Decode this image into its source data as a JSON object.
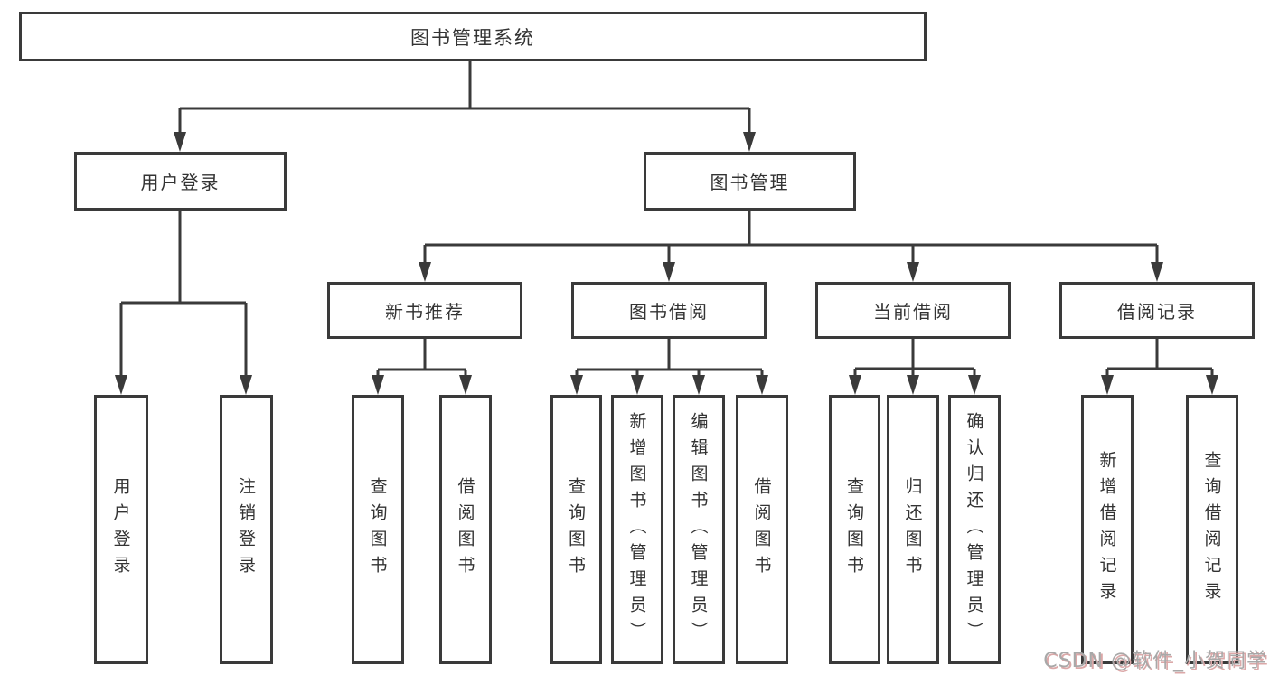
{
  "tree": {
    "root": {
      "label": "图书管理系统"
    },
    "branches": {
      "user_login": {
        "label": "用户登录",
        "children": {
          "login": {
            "label": "用户登录"
          },
          "logout": {
            "label": "注销登录"
          }
        }
      },
      "book_management": {
        "label": "图书管理",
        "children": {
          "new_book": {
            "label": "新书推荐",
            "children": {
              "query": {
                "label": "查询图书"
              },
              "borrow": {
                "label": "借阅图书"
              }
            }
          },
          "borrowing": {
            "label": "图书借阅",
            "children": {
              "query": {
                "label": "查询图书"
              },
              "add": {
                "label": "新增图书（管理员）"
              },
              "edit": {
                "label": "编辑图书（管理员）"
              },
              "borrow": {
                "label": "借阅图书"
              }
            }
          },
          "current": {
            "label": "当前借阅",
            "children": {
              "query": {
                "label": "查询图书"
              },
              "return": {
                "label": "归还图书"
              },
              "confirm": {
                "label": "确认归还（管理员）"
              }
            }
          },
          "records": {
            "label": "借阅记录",
            "children": {
              "add": {
                "label": "新增借阅记录"
              },
              "query": {
                "label": "查询借阅记录"
              }
            }
          }
        }
      }
    }
  },
  "watermark": {
    "text": "CSDN @软件_小贺同学"
  },
  "colors": {
    "line": "#3a3a3a",
    "box_border": "#3a3a3a",
    "node_text": "#333333",
    "background": "#ffffff",
    "watermark": "#a8a8a8",
    "watermark_shadow": "#dba8a8"
  }
}
